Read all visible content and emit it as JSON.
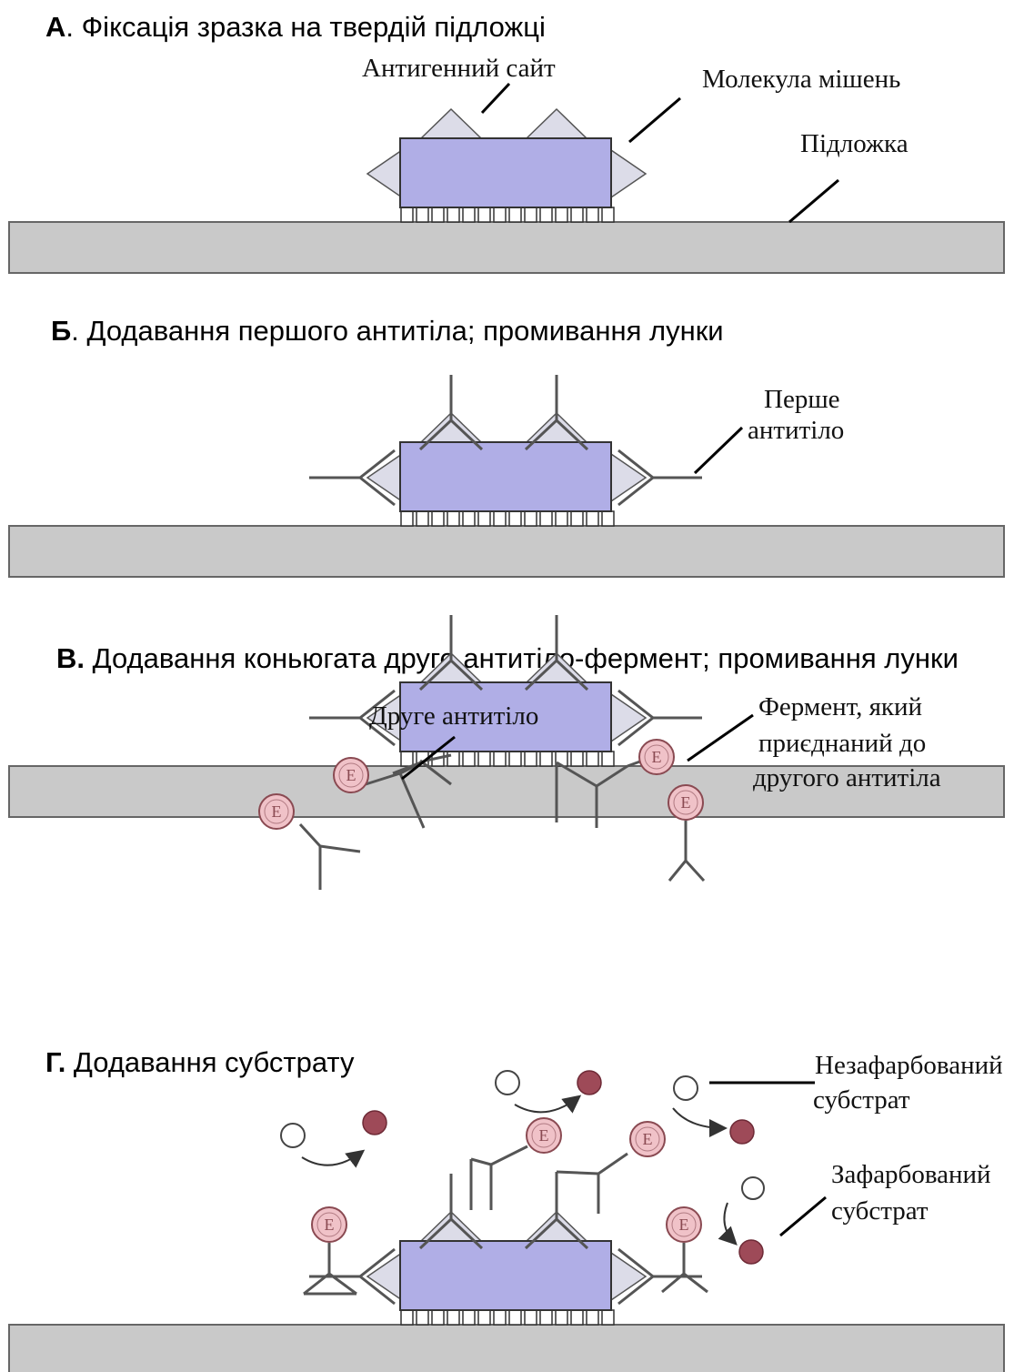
{
  "panels": [
    {
      "letter": "А",
      "heading": ". Фіксація зразка на твердій підложці",
      "labels": [
        "Антигенний сайт",
        "Молекула мішень",
        "Підложка"
      ]
    },
    {
      "letter": "Б",
      "heading": ". Додавання першого антитіла; промивання лунки",
      "labels": [
        "Перше",
        "антитіло"
      ]
    },
    {
      "letter": "В.",
      "heading": " Додавання коньюгата друге антитіло-фермент; промивання лунки",
      "labels": [
        "Друге антитіло",
        "Фермент, який",
        "приєднаний до",
        "другого антитіла"
      ]
    },
    {
      "letter": "Г.",
      "heading": " Додавання субстрату",
      "labels": [
        "Незафарбований",
        "субстрат",
        "Зафарбований",
        "субстрат"
      ]
    }
  ],
  "enzyme_symbol": "E",
  "colors": {
    "substrate_plate": "#c9c9c9",
    "target_molecule": "#b0aee6",
    "antigen_site": "#dcdce8",
    "enzyme": "#f0c2c8",
    "colored_substrate": "#9e4a58"
  }
}
